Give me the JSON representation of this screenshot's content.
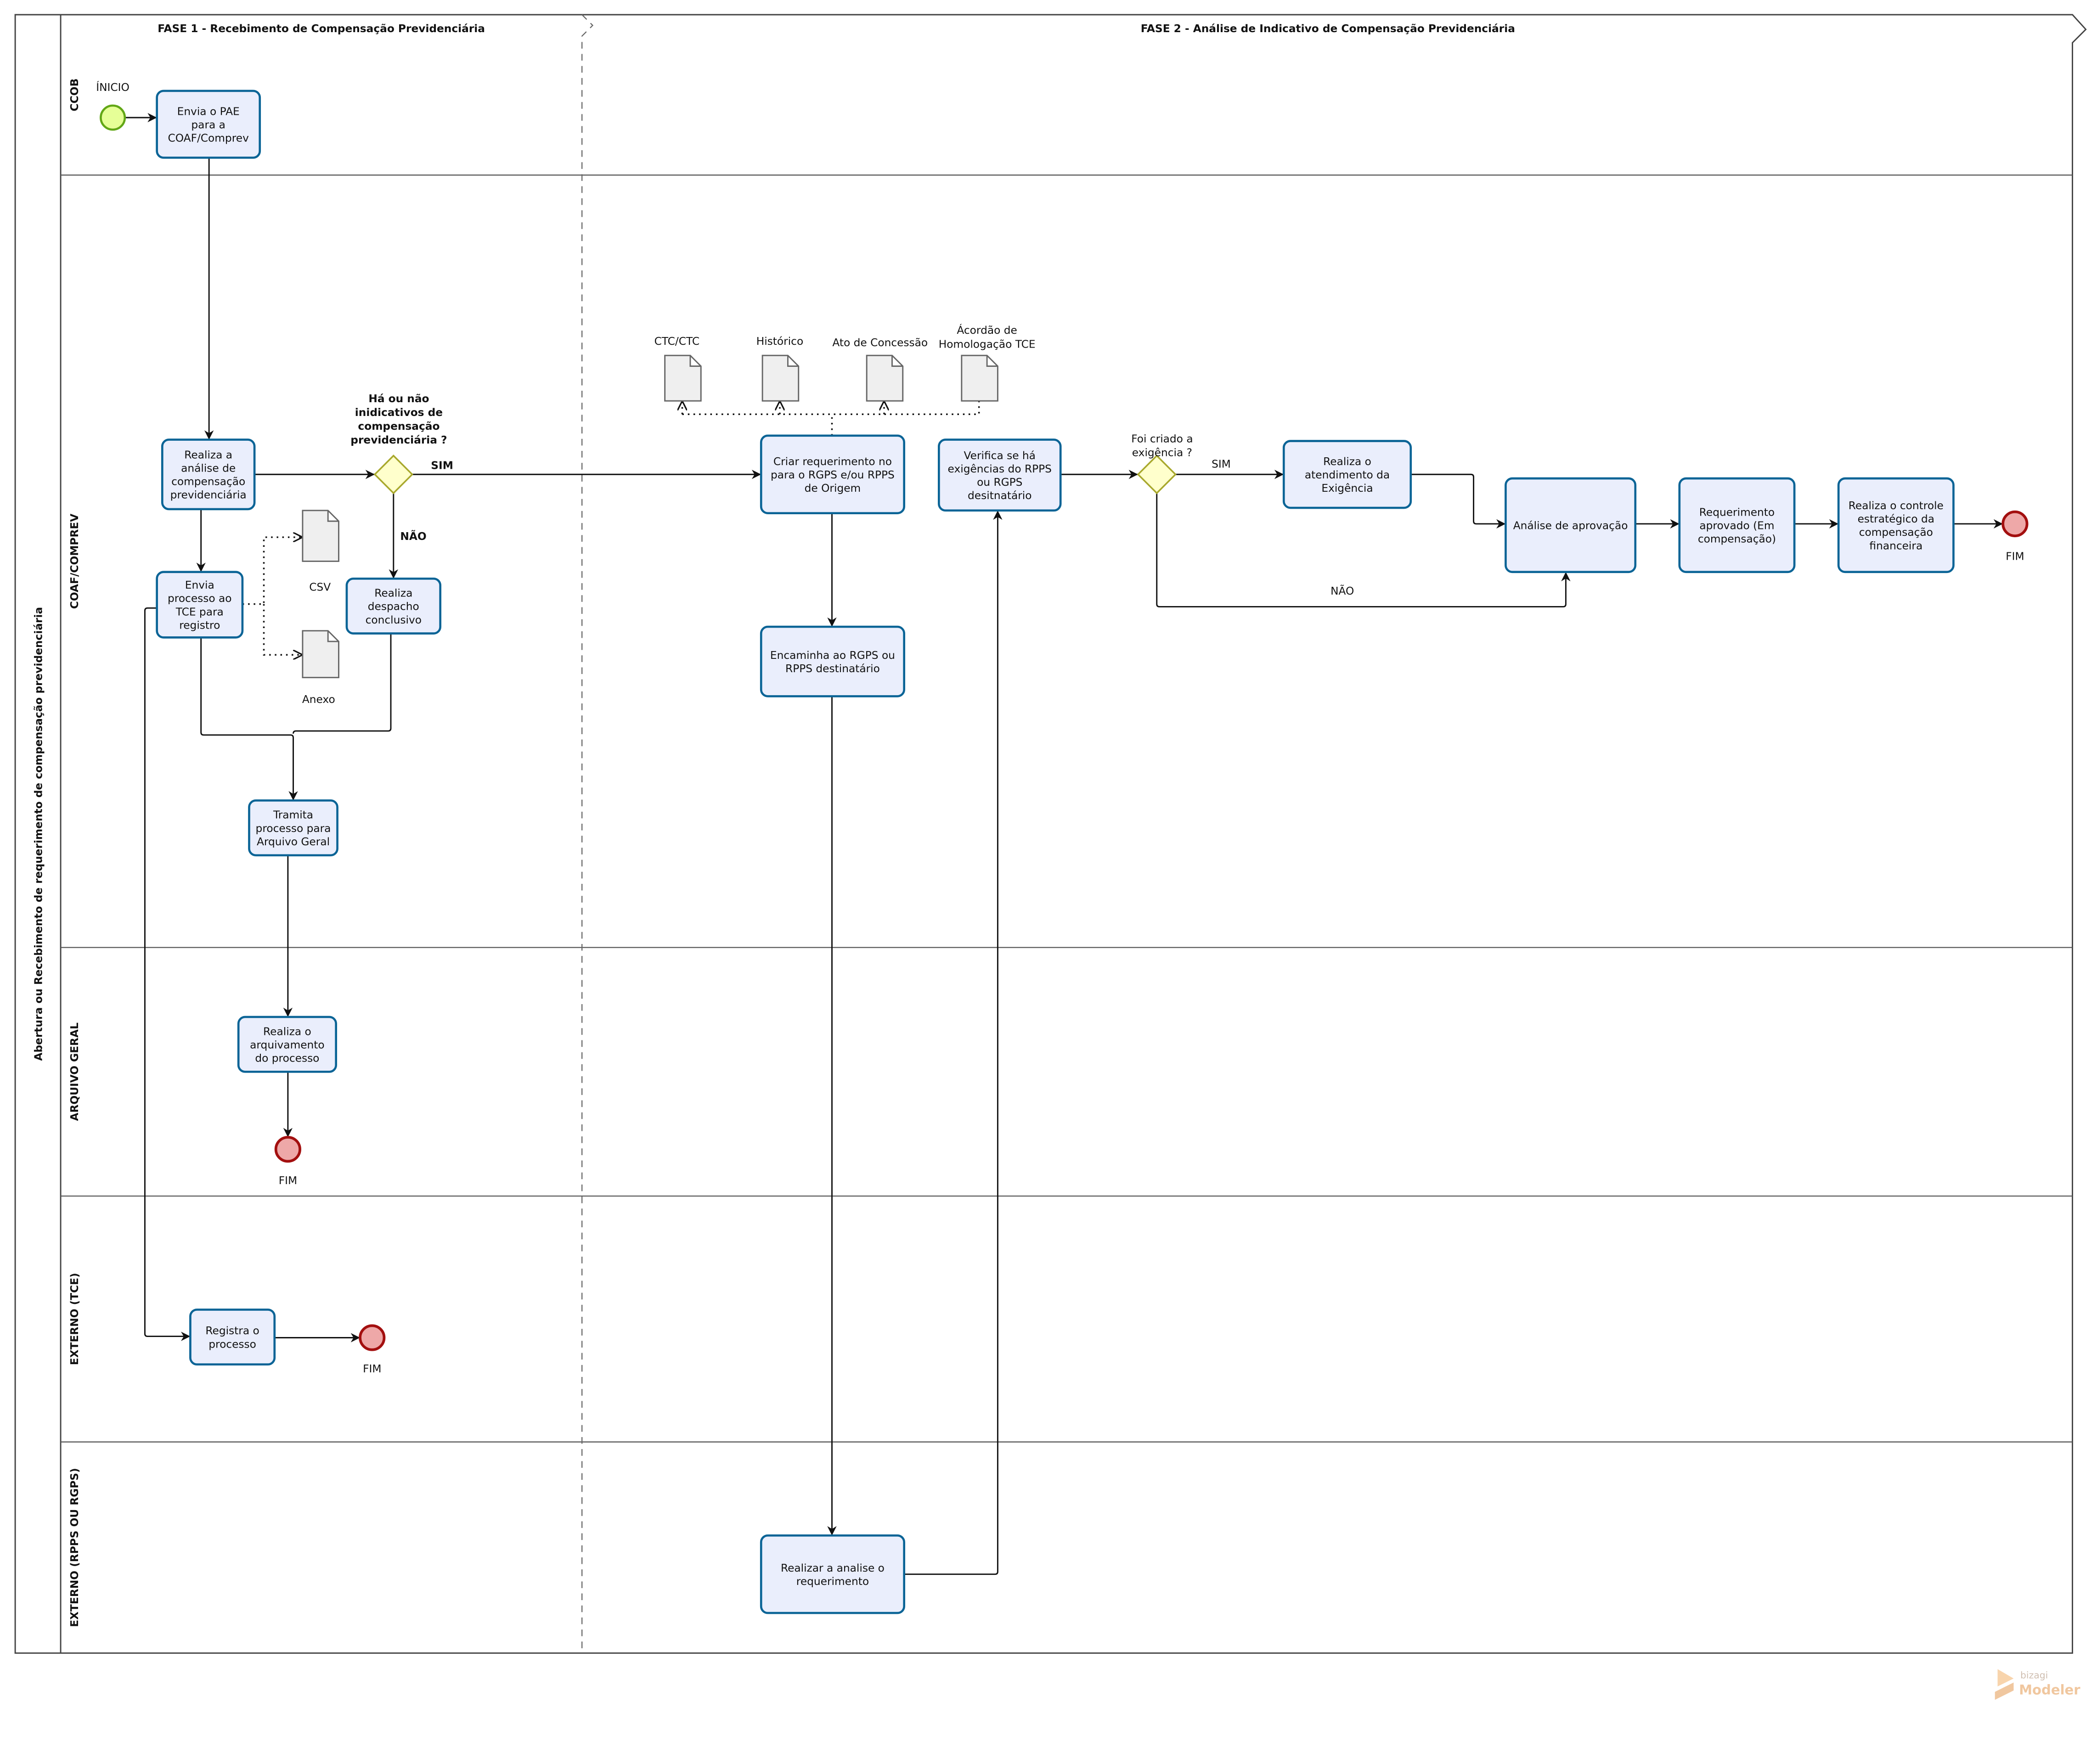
{
  "pool": {
    "title": "Abertura ou Recebimento de requerimento de compensação previdenciária"
  },
  "phases": [
    {
      "title": "FASE 1 - Recebimento de Compensação Previdenciária"
    },
    {
      "title": "FASE 2 - Análise de Indicativo de Compensação Previdenciária"
    }
  ],
  "lanes": [
    {
      "id": "ccob",
      "name": "CCOB"
    },
    {
      "id": "coaf",
      "name": "COAF/COMPREV"
    },
    {
      "id": "arquivo",
      "name": "ARQUIVO GERAL"
    },
    {
      "id": "tce",
      "name": "EXTERNO (TCE)"
    },
    {
      "id": "rpps",
      "name": "EXTERNO (RPPS OU RGPS)"
    }
  ],
  "tasks": [
    {
      "id": "t1",
      "lines": [
        "Envia o PAE",
        "para a",
        "COAF/Comprev"
      ]
    },
    {
      "id": "t2",
      "lines": [
        "Realiza a",
        "análise de",
        "compensação",
        "previdenciária"
      ]
    },
    {
      "id": "t3",
      "lines": [
        "Envia",
        "processo ao",
        "TCE para",
        "registro"
      ]
    },
    {
      "id": "t4",
      "lines": [
        "Realiza",
        "despacho",
        "conclusivo"
      ]
    },
    {
      "id": "t5",
      "lines": [
        "Tramita",
        "processo para",
        "Arquivo Geral"
      ]
    },
    {
      "id": "t6",
      "lines": [
        "Realiza o",
        "arquivamento",
        "do processo"
      ]
    },
    {
      "id": "t7",
      "lines": [
        "Registra o",
        "processo"
      ]
    },
    {
      "id": "t8",
      "lines": [
        "Criar requerimento no",
        "para o RGPS e/ou RPPS",
        "de Origem"
      ]
    },
    {
      "id": "t9",
      "lines": [
        "Encaminha ao RGPS ou",
        "RPPS destinatário"
      ]
    },
    {
      "id": "t10",
      "lines": [
        "Realizar a analise o",
        "requerimento"
      ]
    },
    {
      "id": "t11",
      "lines": [
        "Verifica se há",
        "exigências do RPPS",
        "ou RGPS",
        "desitnatário"
      ]
    },
    {
      "id": "t12",
      "lines": [
        "Realiza o",
        "atendimento da",
        "Exigência"
      ]
    },
    {
      "id": "t13",
      "lines": [
        "Análise de aprovação"
      ]
    },
    {
      "id": "t14",
      "lines": [
        "Requerimento",
        "aprovado (Em",
        "compensação)"
      ]
    },
    {
      "id": "t15",
      "lines": [
        "Realiza o controle",
        "estratégico da",
        "compensação",
        "financeira"
      ]
    }
  ],
  "events": [
    {
      "id": "start",
      "type": "start",
      "label": "ÍNICIO"
    },
    {
      "id": "end1",
      "type": "end",
      "label": "FIM"
    },
    {
      "id": "end2",
      "type": "end",
      "label": "FIM"
    },
    {
      "id": "end3",
      "type": "end",
      "label": "FIM"
    }
  ],
  "gateways": [
    {
      "id": "g1",
      "lines": [
        "Há ou não",
        "inidicativos de",
        "compensação",
        "previdenciária ?"
      ],
      "yes": "SIM",
      "no": "NÃO"
    },
    {
      "id": "g2",
      "lines": [
        "Foi criado a",
        "exigência ?"
      ],
      "yes": "SIM",
      "no": "NÃO"
    }
  ],
  "documents": [
    {
      "id": "csv",
      "lines": [
        "CSV"
      ]
    },
    {
      "id": "anexo",
      "lines": [
        "Anexo"
      ]
    },
    {
      "id": "ctc",
      "lines": [
        "CTC/CTC"
      ]
    },
    {
      "id": "hist",
      "lines": [
        "Histórico"
      ]
    },
    {
      "id": "ato",
      "lines": [
        "Ato de Concessão"
      ]
    },
    {
      "id": "acordao",
      "lines": [
        "Ácordão de",
        "Homologação TCE"
      ]
    }
  ],
  "watermark": {
    "brand": "bizagi",
    "product": "Modeler"
  },
  "colors": {
    "task_fill": "#eaeefc",
    "task_stroke": "#0a6496",
    "start_fill": "#e6ff97",
    "start_stroke": "#62a716",
    "end_fill": "#eea8a8",
    "end_stroke": "#a30f0f",
    "gateway_fill": "#ffffcc",
    "gateway_stroke": "#a8a82d"
  }
}
